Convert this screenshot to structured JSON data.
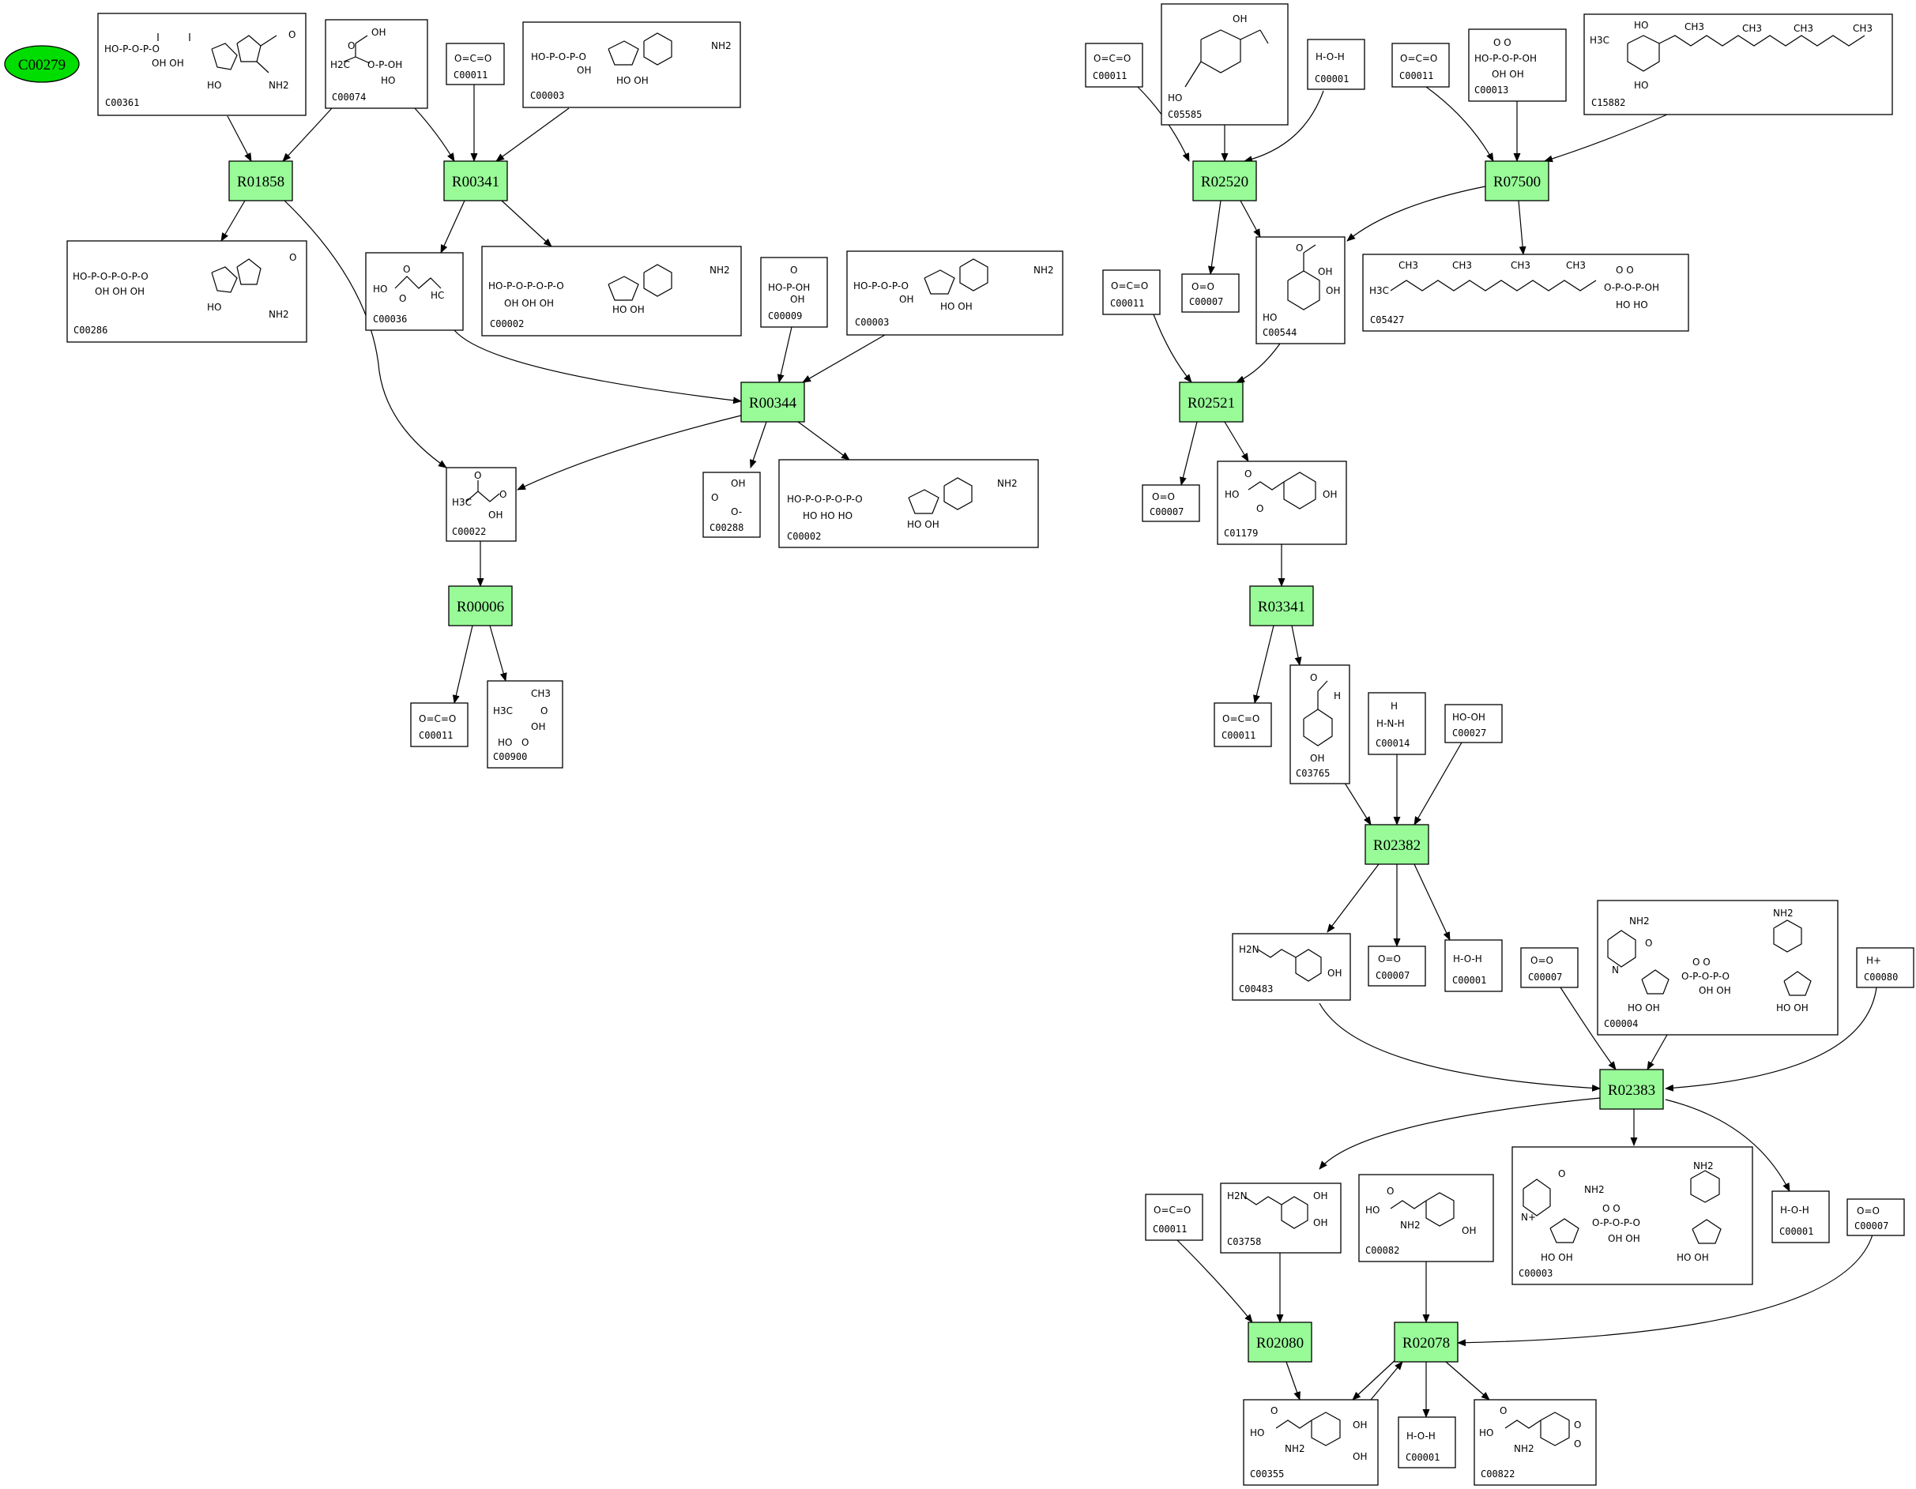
{
  "start_node": {
    "id": "N0",
    "label": "C00279"
  },
  "reactions": [
    {
      "id": "R01858",
      "label": "R01858"
    },
    {
      "id": "R00341",
      "label": "R00341"
    },
    {
      "id": "R00344",
      "label": "R00344"
    },
    {
      "id": "R00006",
      "label": "R00006"
    },
    {
      "id": "R02520",
      "label": "R02520"
    },
    {
      "id": "R07500",
      "label": "R07500"
    },
    {
      "id": "R02521",
      "label": "R02521"
    },
    {
      "id": "R03341",
      "label": "R03341"
    },
    {
      "id": "R02382",
      "label": "R02382"
    },
    {
      "id": "R02383",
      "label": "R02383"
    },
    {
      "id": "R02080",
      "label": "R02080"
    },
    {
      "id": "R02078",
      "label": "R02078"
    }
  ],
  "compounds": [
    {
      "id": "k1",
      "code": "C00361",
      "labels": [
        "HO-P-O-P-O",
        "OH   OH",
        "HO",
        "NH2",
        "O"
      ]
    },
    {
      "id": "k2",
      "code": "C00074",
      "labels": [
        "OH",
        "O",
        "H2C",
        "O-P-OH",
        "HO"
      ]
    },
    {
      "id": "k3",
      "code": "C00011",
      "labels": [
        "O=C=O"
      ]
    },
    {
      "id": "k4",
      "code": "C00003",
      "labels": [
        "HO-P-O-P-O",
        "OH",
        "NH2",
        "HO  OH"
      ]
    },
    {
      "id": "k5",
      "code": "C00286",
      "labels": [
        "HO-P-O-P-O-P-O",
        "OH  OH  OH",
        "HO",
        "NH2",
        "O"
      ]
    },
    {
      "id": "k6",
      "code": "C00036",
      "labels": [
        "O",
        "HO",
        "O",
        "HC"
      ]
    },
    {
      "id": "k7",
      "code": "C00002",
      "labels": [
        "HO-P-O-P-O-P-O",
        "OH  OH  OH",
        "NH2",
        "HO  OH"
      ]
    },
    {
      "id": "k8",
      "code": "C00009",
      "labels": [
        "O",
        "HO-P-OH",
        "OH"
      ]
    },
    {
      "id": "k9",
      "code": "C00003",
      "labels": [
        "HO-P-O-P-O",
        "OH",
        "NH2",
        "HO  OH"
      ]
    },
    {
      "id": "k10",
      "code": "C00022",
      "labels": [
        "O",
        "H3C",
        "O",
        "OH"
      ]
    },
    {
      "id": "k11",
      "code": "C00288",
      "labels": [
        "OH",
        "O",
        "O-"
      ]
    },
    {
      "id": "k12",
      "code": "C00002",
      "labels": [
        "HO-P-O-P-O-P-O",
        "HO  HO  HO",
        "NH2",
        "HO  OH"
      ]
    },
    {
      "id": "k13",
      "code": "C00011",
      "labels": [
        "O=C=O"
      ]
    },
    {
      "id": "k14",
      "code": "C00900",
      "labels": [
        "CH3",
        "H3C",
        "O",
        "OH",
        "HO",
        "O"
      ]
    },
    {
      "id": "k15",
      "code": "C00011",
      "labels": [
        "O=C=O"
      ]
    },
    {
      "id": "k16",
      "code": "C05585",
      "labels": [
        "OH",
        "HO"
      ]
    },
    {
      "id": "k17",
      "code": "C00001",
      "labels": [
        "H-O-H"
      ]
    },
    {
      "id": "k18",
      "code": "C00011",
      "labels": [
        "O=C=O"
      ]
    },
    {
      "id": "k19",
      "code": "C00013",
      "labels": [
        "O    O",
        "HO-P-O-P-OH",
        "OH   OH"
      ]
    },
    {
      "id": "k20",
      "code": "C15882",
      "labels": [
        "HO",
        "CH3",
        "CH3",
        "CH3",
        "CH3",
        "H3C",
        "HO"
      ]
    },
    {
      "id": "k21",
      "code": "C00007",
      "labels": [
        "O=O"
      ]
    },
    {
      "id": "k22",
      "code": "C00544",
      "labels": [
        "O",
        "OH",
        "OH",
        "HO"
      ]
    },
    {
      "id": "k23",
      "code": "C05427",
      "labels": [
        "CH3",
        "CH3",
        "CH3",
        "CH3",
        "O    O",
        "H3C",
        "O-P-O-P-OH",
        "HO   HO"
      ]
    },
    {
      "id": "k24",
      "code": "C00011",
      "labels": [
        "O=C=O"
      ]
    },
    {
      "id": "k25",
      "code": "C00007",
      "labels": [
        "O=O"
      ]
    },
    {
      "id": "k26",
      "code": "C01179",
      "labels": [
        "O",
        "HO",
        "O",
        "OH"
      ]
    },
    {
      "id": "k27",
      "code": "C00011",
      "labels": [
        "O=C=O"
      ]
    },
    {
      "id": "k28",
      "code": "C03765",
      "labels": [
        "O",
        "H",
        "OH"
      ]
    },
    {
      "id": "k29",
      "code": "C00014",
      "labels": [
        "H",
        "H-N-H"
      ]
    },
    {
      "id": "k30",
      "code": "C00027",
      "labels": [
        "HO-OH"
      ]
    },
    {
      "id": "k31",
      "code": "C00483",
      "labels": [
        "H2N",
        "OH"
      ]
    },
    {
      "id": "k32",
      "code": "C00007",
      "labels": [
        "O=O"
      ]
    },
    {
      "id": "k33",
      "code": "C00001",
      "labels": [
        "H-O-H"
      ]
    },
    {
      "id": "k34",
      "code": "C00007",
      "labels": [
        "O=O"
      ]
    },
    {
      "id": "k35",
      "code": "C00004",
      "labels": [
        "NH2",
        "O",
        "NH2",
        "N",
        "O   O",
        "O-P-O-P-O",
        "HO  OH",
        "OH  OH",
        "HO  OH"
      ]
    },
    {
      "id": "k36",
      "code": "C00080",
      "labels": [
        "H+"
      ]
    },
    {
      "id": "k37",
      "code": "C00011",
      "labels": [
        "O=C=O"
      ]
    },
    {
      "id": "k38",
      "code": "C03758",
      "labels": [
        "H2N",
        "OH",
        "OH"
      ]
    },
    {
      "id": "k39",
      "code": "C00082",
      "labels": [
        "O",
        "HO",
        "NH2",
        "OH"
      ]
    },
    {
      "id": "k40",
      "code": "C00003",
      "labels": [
        "NH2",
        "O",
        "NH2",
        "N+",
        "O   O",
        "O-P-O-P-O",
        "HO  OH",
        "OH  OH",
        "HO  OH"
      ]
    },
    {
      "id": "k41",
      "code": "C00001",
      "labels": [
        "H-O-H"
      ]
    },
    {
      "id": "k42",
      "code": "C00007",
      "labels": [
        "O=O"
      ]
    },
    {
      "id": "k43",
      "code": "C00355",
      "labels": [
        "O",
        "HO",
        "NH2",
        "OH",
        "OH"
      ]
    },
    {
      "id": "k44",
      "code": "C00001",
      "labels": [
        "H-O-H"
      ]
    },
    {
      "id": "k45",
      "code": "C00822",
      "labels": [
        "O",
        "HO",
        "NH2",
        "O",
        "O"
      ]
    }
  ]
}
